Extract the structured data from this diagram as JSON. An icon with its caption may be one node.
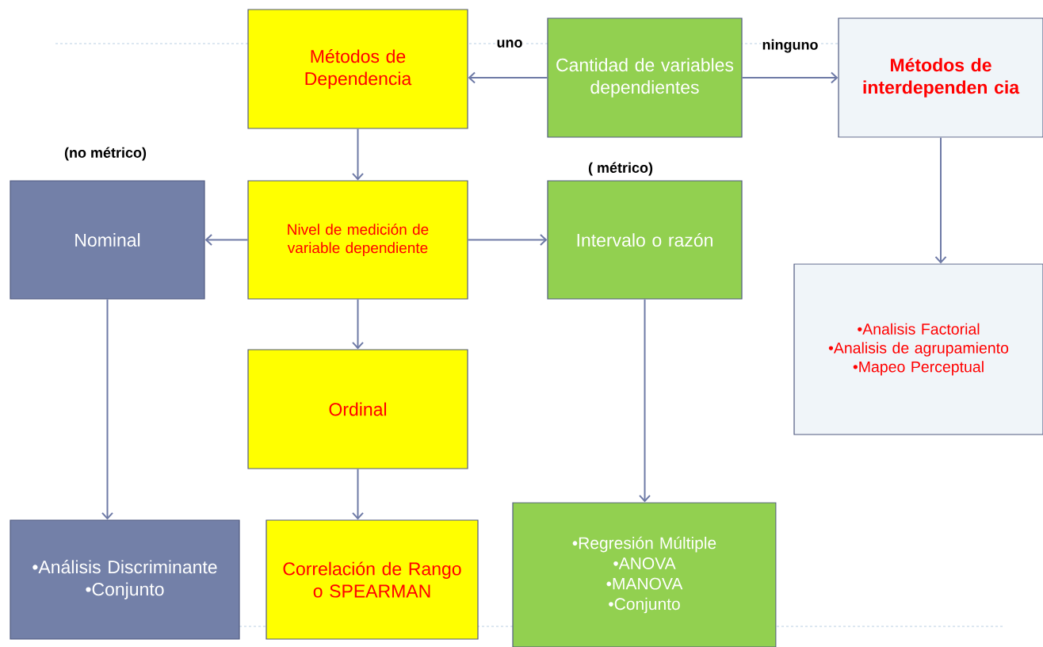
{
  "diagram": {
    "nodes": [
      {
        "text": [
          "Métodos de Dependencia"
        ]
      },
      {
        "text": [
          "Cantidad de variables dependientes"
        ]
      },
      {
        "text": [
          "Métodos de interdependen cia"
        ]
      },
      {
        "text": [
          "Nominal"
        ],
        "beside": [
          "(no métrico)"
        ]
      },
      {
        "text": [
          "Nivel de medición de variable dependiente"
        ]
      },
      {
        "text": [
          "Intervalo o razón"
        ],
        "beside": [
          "( métrico)"
        ]
      },
      {
        "text": [
          "•Analisis Factorial",
          "•Analisis de agrupamiento",
          "•Mapeo Perceptual"
        ]
      },
      {
        "text": [
          "Ordinal"
        ]
      },
      {
        "text": [
          "•Análisis Discriminante",
          "•Conjunto"
        ]
      },
      {
        "text": [
          "Correlación de Rango o SPEARMAN"
        ]
      },
      {
        "text": [
          "•Regresión Múltiple",
          "•ANOVA",
          "•MANOVA",
          "•Conjunto"
        ]
      }
    ],
    "edges": [
      {
        "from": 1,
        "to": 0,
        "arrow": "to",
        "label": "uno"
      },
      {
        "from": 1,
        "to": 2,
        "arrow": "to",
        "label": "ninguno"
      },
      {
        "from": 0,
        "to": 4,
        "arrow": "to"
      },
      {
        "from": 4,
        "to": 3,
        "arrow": "to"
      },
      {
        "from": 4,
        "to": 5,
        "arrow": "to"
      },
      {
        "from": 4,
        "to": 7,
        "arrow": "to"
      },
      {
        "from": 7,
        "to": 9,
        "arrow": "to"
      },
      {
        "from": 3,
        "to": 8,
        "arrow": "to"
      },
      {
        "from": 5,
        "to": 10,
        "arrow": "to"
      },
      {
        "from": 2,
        "to": 6,
        "arrow": "to"
      }
    ]
  }
}
